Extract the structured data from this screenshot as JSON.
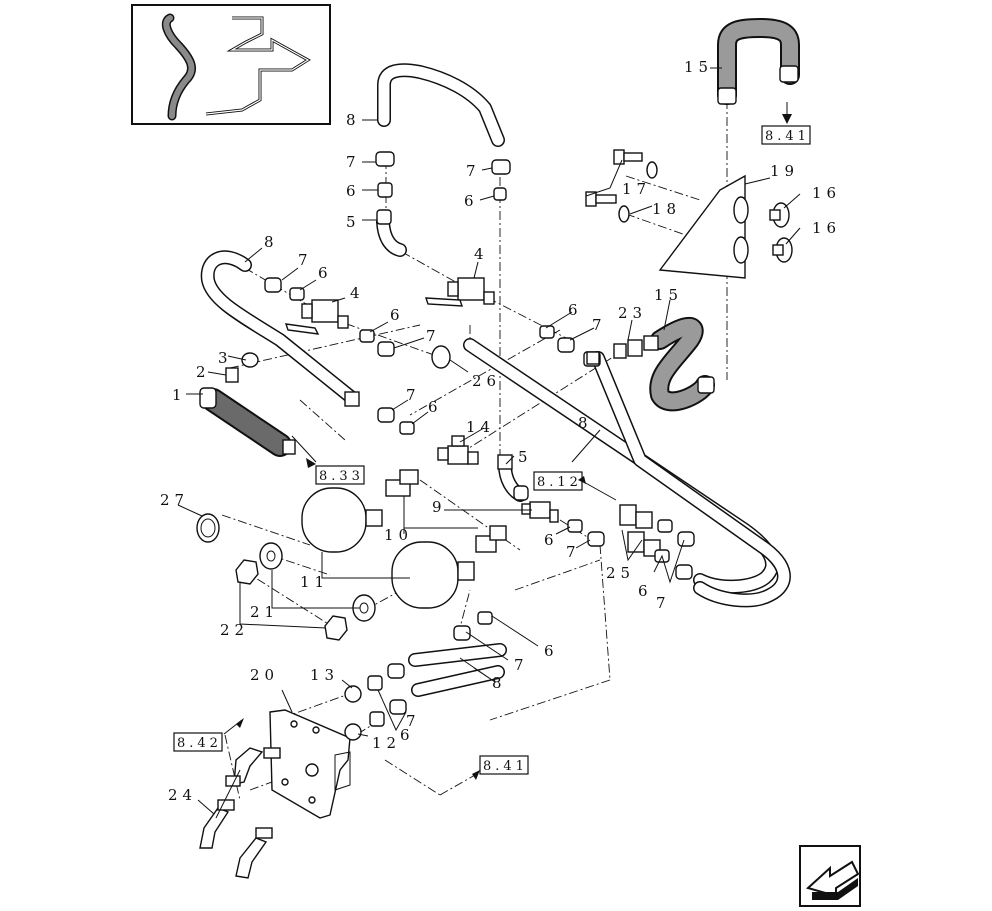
{
  "figure": {
    "callouts": [
      "1",
      "2",
      "3",
      "4",
      "4",
      "5",
      "5",
      "6",
      "6",
      "6",
      "6",
      "6",
      "6",
      "6",
      "6",
      "6",
      "7",
      "7",
      "7",
      "7",
      "7",
      "7",
      "7",
      "7",
      "7",
      "7",
      "8",
      "8",
      "8",
      "8",
      "9",
      "10",
      "11",
      "12",
      "13",
      "14",
      "15",
      "15",
      "16",
      "16",
      "17",
      "18",
      "19",
      "20",
      "21",
      "22",
      "23",
      "24",
      "25",
      "26",
      "27"
    ],
    "references": [
      "8.41",
      "8.33",
      "8.12",
      "8.42",
      "8.41"
    ]
  },
  "labels": {
    "l1": "1",
    "l2": "2",
    "l3": "3",
    "l4a": "4",
    "l4b": "4",
    "l5a": "5",
    "l5b": "5",
    "l6a": "6",
    "l6b": "6",
    "l6c": "6",
    "l6d": "6",
    "l6e": "6",
    "l6f": "6",
    "l6g": "6",
    "l6h": "6",
    "l6i": "6",
    "l7a": "7",
    "l7b": "7",
    "l7c": "7",
    "l7d": "7",
    "l7e": "7",
    "l7f": "7",
    "l7g": "7",
    "l7h": "7",
    "l7i": "7",
    "l8a": "8",
    "l8b": "8",
    "l8c": "8",
    "l8d": "8",
    "l9": "9",
    "l10": "10",
    "l11": "11",
    "l12": "12",
    "l13": "13",
    "l14": "14",
    "l15a": "15",
    "l15b": "15",
    "l16a": "16",
    "l16b": "16",
    "l17": "17",
    "l18": "18",
    "l19": "19",
    "l20": "20",
    "l21": "21",
    "l22": "22",
    "l23": "23",
    "l24": "24",
    "l25": "25",
    "l26": "26",
    "l27": "27"
  },
  "refs": {
    "r841a": "8.41",
    "r833": "8.33",
    "r812": "8.12",
    "r842": "8.42",
    "r841b": "8.41"
  },
  "icons": {
    "thumbnail": "pipe-layout-thumbnail-icon",
    "nav": "previous-page-arrow-icon"
  }
}
